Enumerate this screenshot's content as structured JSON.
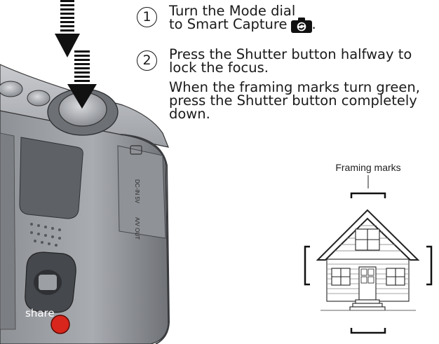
{
  "steps": [
    {
      "number": "1",
      "lines": [
        "Turn the Mode dial",
        "to Smart Capture"
      ],
      "icon": "smart-capture-camera-icon"
    },
    {
      "number": "2",
      "line1a": "Press the Shutter button halfway to",
      "line1b": "lock the focus.",
      "line2a": "When the framing marks turn green,",
      "line2b": "press the Shutter button completely",
      "line2c": "down."
    }
  ],
  "diagram": {
    "caption": "Framing marks"
  },
  "camera": {
    "share_label": "share",
    "port_label_1": "DC-IN 5V",
    "port_label_2": "A/V OUT",
    "accent": "#d9261c"
  }
}
